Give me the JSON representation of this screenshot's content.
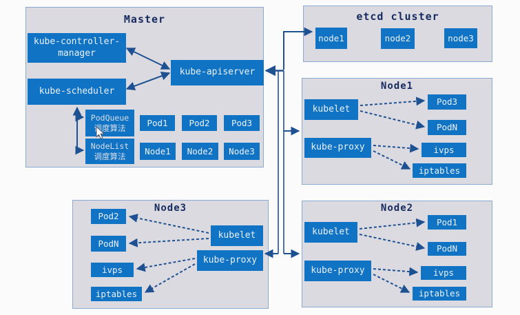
{
  "colors": {
    "box_blue": "#1173c4",
    "panel_bg": "#dbdae0",
    "panel_border": "#8aa9d1",
    "arrow": "#1d5191",
    "title_text": "#152a5e",
    "box_text": "#eaf1fa",
    "page_bg": "#fcfbfc"
  },
  "master": {
    "title": "Master",
    "controller_manager": {
      "line1": "kube-controller-",
      "line2": "manager"
    },
    "scheduler": "kube-scheduler",
    "apiserver": "kube-apiserver",
    "pod_queue": {
      "line1": "PodQueue",
      "line2": "调度算法"
    },
    "node_list": {
      "line1": "NodeList",
      "line2": "调度算法"
    },
    "pods": [
      "Pod1",
      "Pod2",
      "Pod3"
    ],
    "nodes": [
      "Node1",
      "Node2",
      "Node3"
    ]
  },
  "etcd_cluster": {
    "title": "etcd cluster",
    "nodes": [
      "node1",
      "node2",
      "node3"
    ]
  },
  "node1": {
    "title": "Node1",
    "kubelet": "kubelet",
    "kube_proxy": "kube-proxy",
    "kubelet_targets": [
      "Pod3",
      "PodN"
    ],
    "proxy_targets": [
      "ivps",
      "iptables"
    ]
  },
  "node2": {
    "title": "Node2",
    "kubelet": "kubelet",
    "kube_proxy": "kube-proxy",
    "kubelet_targets": [
      "Pod1",
      "PodN"
    ],
    "proxy_targets": [
      "ivps",
      "iptables"
    ]
  },
  "node3": {
    "title": "Node3",
    "kubelet": "kubelet",
    "kube_proxy": "kube-proxy",
    "kubelet_targets": [
      "Pod2",
      "PodN"
    ],
    "proxy_targets": [
      "ivps",
      "iptables"
    ]
  }
}
